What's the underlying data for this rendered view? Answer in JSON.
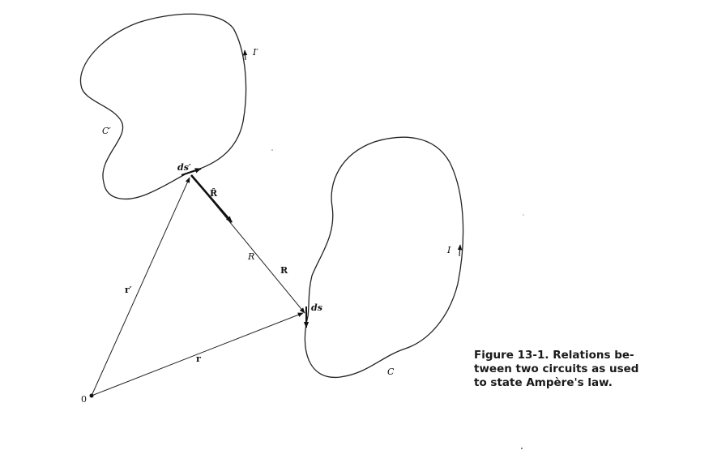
{
  "diagram": {
    "labels": {
      "i_prime": "I′",
      "c_prime": "C′",
      "ds_prime": "ds′",
      "r_hat": "R̂",
      "r_italic": "R",
      "r_bold": "R",
      "r_prime": "r′",
      "ds": "ds",
      "r": "r",
      "i": "I",
      "c": "C",
      "origin": "0"
    }
  },
  "caption": {
    "lines": [
      "Figure 13-1.   Relations be-",
      "tween two circuits as used",
      "to state Ampère's law."
    ]
  }
}
